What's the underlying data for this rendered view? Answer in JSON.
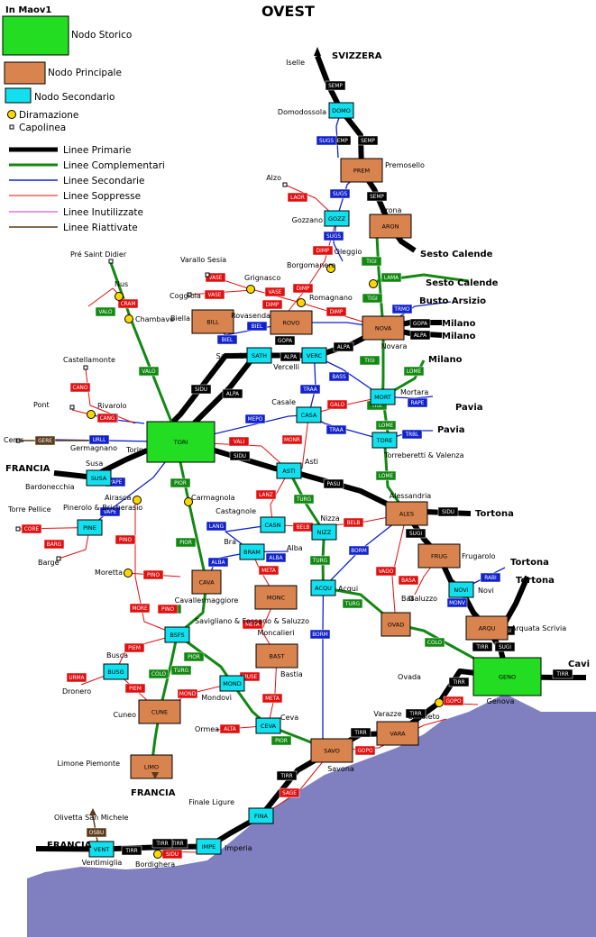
{
  "header": {
    "corner_label": "In Maov1",
    "title": "OVEST"
  },
  "legend": {
    "nodes": [
      {
        "label": "Nodo Storico",
        "type": "storico"
      },
      {
        "label": "Nodo Principale",
        "type": "principale"
      },
      {
        "label": "Nodo Secondario",
        "type": "secondario"
      },
      {
        "label": "Diramazione",
        "type": "diramazione"
      },
      {
        "label": "Capolinea",
        "type": "capolinea"
      }
    ],
    "lines": [
      {
        "label": "Linee Primarie",
        "type": "primaria"
      },
      {
        "label": "Linee Complementari",
        "type": "complementare"
      },
      {
        "label": "Linee Secondarie",
        "type": "secondaria"
      },
      {
        "label": "Linee Soppresse",
        "type": "soppressa"
      },
      {
        "label": "Linee Inutilizzate",
        "type": "inutilizzata"
      },
      {
        "label": "Linee Riattivate",
        "type": "riattivata"
      }
    ]
  },
  "colors": {
    "storico": "#22dd22",
    "principale": "#d9844f",
    "secondario": "#11e0ee",
    "diramazione": "#ffd700",
    "primaria": "#000000",
    "complementare": "#118811",
    "secondaria": "#1122cc",
    "soppressa": "#e01010",
    "inutilizzata": "#cc33cc",
    "riattivata": "#5a3a1a",
    "sea": "#8080c0"
  },
  "nodes": [
    {
      "id": "TORI",
      "type": "storico",
      "code": "TORI",
      "name": "Torino"
    },
    {
      "id": "GENO",
      "type": "storico",
      "code": "GENO",
      "name": "Genova"
    },
    {
      "id": "PREM",
      "type": "principale",
      "code": "PREM",
      "name": "Premosello"
    },
    {
      "id": "ARON",
      "type": "principale",
      "code": "ARON",
      "name": "Arona"
    },
    {
      "id": "NOVA",
      "type": "principale",
      "code": "NOVA",
      "name": "Novara"
    },
    {
      "id": "BILL",
      "type": "principale",
      "code": "BILL",
      "name": "Biella"
    },
    {
      "id": "ROVO",
      "type": "principale",
      "code": "ROVO",
      "name": "Rovasenda"
    },
    {
      "id": "ALES",
      "type": "principale",
      "code": "ALES",
      "name": "Alessandria"
    },
    {
      "id": "FRUG",
      "type": "principale",
      "code": "FRUG",
      "name": "Frugarolo"
    },
    {
      "id": "ARQU",
      "type": "principale",
      "code": "ARQU",
      "name": "Arquata Scrivia"
    },
    {
      "id": "OVAD",
      "type": "principale",
      "code": "OVAD",
      "name": "Ovada"
    },
    {
      "id": "CAVA",
      "type": "principale",
      "code": "CAVA",
      "name": "Cavallermaggiore"
    },
    {
      "id": "MONC",
      "type": "principale",
      "code": "MONC",
      "name": "Moncalieri"
    },
    {
      "id": "BAST",
      "type": "principale",
      "code": "BAST",
      "name": "Bastia"
    },
    {
      "id": "CUNE",
      "type": "principale",
      "code": "CUNE",
      "name": "Cuneo"
    },
    {
      "id": "LIMO",
      "type": "principale",
      "code": "LIMO",
      "name": "Limone Piemonte"
    },
    {
      "id": "SAVO",
      "type": "principale",
      "code": "SAVO",
      "name": "Savona"
    },
    {
      "id": "VARA",
      "type": "principale",
      "code": "VARA",
      "name": "Varazze"
    },
    {
      "id": "DOMO",
      "type": "secondario",
      "code": "DOMO",
      "name": "Domodossola"
    },
    {
      "id": "GOZZ",
      "type": "secondario",
      "code": "GOZZ",
      "name": "Gozzano"
    },
    {
      "id": "SATH",
      "type": "secondario",
      "code": "SATH",
      "name": "Santhià"
    },
    {
      "id": "VERC",
      "type": "secondario",
      "code": "VERC",
      "name": "Vercelli"
    },
    {
      "id": "MORT",
      "type": "secondario",
      "code": "MORT",
      "name": "Mortara"
    },
    {
      "id": "CASA",
      "type": "secondario",
      "code": "CASA",
      "name": "Casale"
    },
    {
      "id": "TORE",
      "type": "secondario",
      "code": "TORE",
      "name": "Torreberetti & Valenza"
    },
    {
      "id": "ASTI",
      "type": "secondario",
      "code": "ASTI",
      "name": "Asti"
    },
    {
      "id": "SUSA",
      "type": "secondario",
      "code": "SUSA",
      "name": "Susa"
    },
    {
      "id": "PINE",
      "type": "secondario",
      "code": "PINE",
      "name": "Pinerolo & Bricherasio"
    },
    {
      "id": "CASN",
      "type": "secondario",
      "code": "CASN",
      "name": "Castagnole"
    },
    {
      "id": "NIZZ",
      "type": "secondario",
      "code": "NIZZ",
      "name": "Nizza"
    },
    {
      "id": "BRAM",
      "type": "secondario",
      "code": "BRAM",
      "name": "Bra"
    },
    {
      "id": "ACQU",
      "type": "secondario",
      "code": "ACQU",
      "name": "Acqui"
    },
    {
      "id": "NOVI",
      "type": "secondario",
      "code": "NOVI",
      "name": "Novi"
    },
    {
      "id": "BSFS",
      "type": "secondario",
      "code": "BSFS",
      "name": "Savigliano & Fossano & Saluzzo"
    },
    {
      "id": "BUSG",
      "type": "secondario",
      "code": "BUSG",
      "name": "Busca"
    },
    {
      "id": "MOND",
      "type": "secondario",
      "code": "MOND",
      "name": "Mondovì"
    },
    {
      "id": "CEVA",
      "type": "secondario",
      "code": "CEVA",
      "name": "Ceva"
    },
    {
      "id": "FINA",
      "type": "secondario",
      "code": "FINA",
      "name": "Finale Ligure"
    },
    {
      "id": "IMPE",
      "type": "secondario",
      "code": "IMPE",
      "name": "Imperia"
    },
    {
      "id": "VENT",
      "type": "secondario",
      "code": "VENT",
      "name": "Ventimiglia"
    }
  ],
  "places": [
    {
      "text": "Iselle"
    },
    {
      "text": "SVIZZERA",
      "bold": true
    },
    {
      "text": "Alzo"
    },
    {
      "text": "Sesto Calende",
      "bold": true
    },
    {
      "text": "Sesto Calende",
      "bold": true,
      "color": "complementare"
    },
    {
      "text": "Oleggio"
    },
    {
      "text": "Borgomanero"
    },
    {
      "text": "Busto Arsizio",
      "bold": true,
      "color": "secondaria"
    },
    {
      "text": "Milano",
      "bold": true
    },
    {
      "text": "Milano",
      "bold": true
    },
    {
      "text": "Milano",
      "bold": true,
      "color": "complementare"
    },
    {
      "text": "Romagnano"
    },
    {
      "text": "Grignasco"
    },
    {
      "text": "Varallo Sesia"
    },
    {
      "text": "Coggiola"
    },
    {
      "text": "Pré Saint Didier"
    },
    {
      "text": "Nus"
    },
    {
      "text": "Chambave"
    },
    {
      "text": "Castellamonte"
    },
    {
      "text": "Rivarolo"
    },
    {
      "text": "Pont"
    },
    {
      "text": "Ceres"
    },
    {
      "text": "Germagnano"
    },
    {
      "text": "Pavia",
      "bold": true,
      "color": "complementare"
    },
    {
      "text": "Pavia",
      "bold": true,
      "color": "secondaria"
    },
    {
      "text": "FRANCIA",
      "bold": true
    },
    {
      "text": "Bardonecchia"
    },
    {
      "text": "Torre Pellice"
    },
    {
      "text": "Barge"
    },
    {
      "text": "Airasca"
    },
    {
      "text": "Carmagnola"
    },
    {
      "text": "Moretta"
    },
    {
      "text": "Alba"
    },
    {
      "text": "Tortona",
      "bold": true
    },
    {
      "text": "Tortona",
      "bold": true,
      "color": "secondaria"
    },
    {
      "text": "Tortona",
      "bold": true
    },
    {
      "text": "Basaluzzo"
    },
    {
      "text": "Dronero"
    },
    {
      "text": "Ormea"
    },
    {
      "text": "Cogoleto"
    },
    {
      "text": "Cavi",
      "bold": true
    },
    {
      "text": "FRANCIA",
      "bold": true
    },
    {
      "text": "Olivetta San Michele"
    },
    {
      "text": "FRANCIA",
      "bold": true
    },
    {
      "text": "Bordighera"
    }
  ],
  "tags_primaria": [
    "SEMP",
    "SEMP",
    "SEMP",
    "SEMP",
    "ALPA",
    "ALPA",
    "ALPA",
    "GOPA",
    "GOPA",
    "ALPA",
    "SIDU",
    "SIDU",
    "PASU",
    "SIDU",
    "SUGI",
    "SUGI",
    "SUGI",
    "TIRR",
    "TIRR",
    "TIRR",
    "TIRR",
    "TIRR",
    "TIRR",
    "TIRR",
    "TIRR",
    "TIRR"
  ],
  "tags_complementare": [
    "VALO",
    "VALO",
    "TIGI",
    "TIGI",
    "TIGI",
    "TIGI",
    "LOME",
    "LOME",
    "LOME",
    "LAMA",
    "PIOR",
    "PIOR",
    "PIOR",
    "PIOR",
    "TURG",
    "TURG",
    "TURG",
    "TURG",
    "COLO",
    "COLO",
    "PIOR"
  ],
  "tags_secondaria": [
    "SUGS",
    "SUGS",
    "SUGS",
    "BIEL",
    "BIEL",
    "TRMO",
    "MEPO",
    "VAPE",
    "VAPE",
    "CANG",
    "URLL",
    "TRAA",
    "TRAA",
    "TRBL",
    "BASS",
    "RAPE",
    "LANG",
    "ALBA",
    "ALBA",
    "BORM",
    "BORM",
    "RABI",
    "MONV"
  ],
  "tags_soppressa": [
    "LAOR",
    "DIMP",
    "DIMP",
    "DIMP",
    "VASE",
    "VASE",
    "VASE",
    "DIMP",
    "CRAM",
    "CANO",
    "CANG",
    "VALI",
    "MONR",
    "LANZ",
    "BELB",
    "BELB",
    "GALO",
    "PINO",
    "PINO",
    "MORE",
    "PINO",
    "CORE",
    "BARG",
    "PIEM",
    "PIEM",
    "URMA",
    "MOND",
    "ALTA",
    "MUSE",
    "META",
    "META",
    "META",
    "VADO",
    "BASA",
    "GOPO",
    "GOPO",
    "SAGE",
    "SIDU"
  ],
  "tags_riattivata": [
    "GERE",
    "OSBU"
  ]
}
